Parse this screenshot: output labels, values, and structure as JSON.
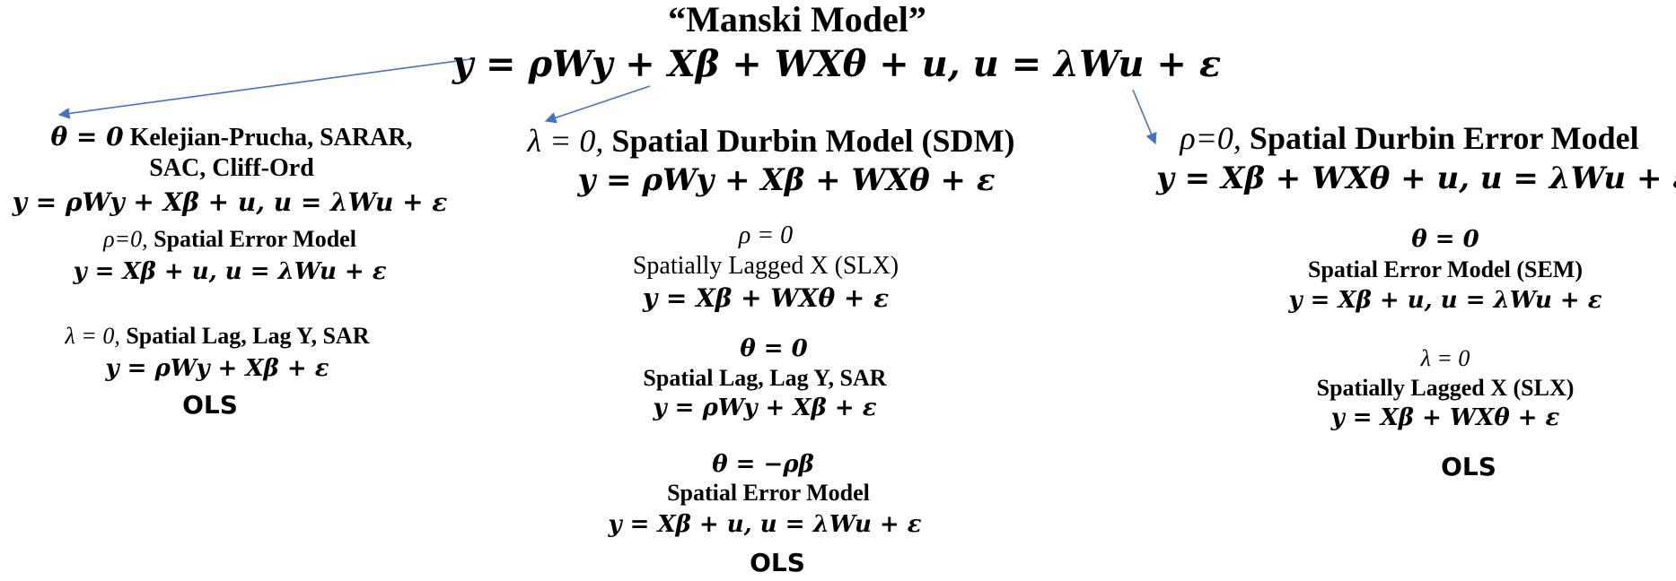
{
  "top": {
    "title": "“Manski Model”",
    "equation": "y = ρWy + Xβ + WXθ + u,  u = λWu + ε"
  },
  "left": {
    "head_cond": "θ = 0",
    "head_names_1": "Kelejian-Prucha, SARAR,",
    "head_names_2": "SAC, Cliff-Ord",
    "head_eq": "y = ρWy + Xβ + u,  u = λWu + ε",
    "sem_cond": "ρ=0,",
    "sem_name": "Spatial Error Model",
    "sem_eq": "y = Xβ + u,  u = λWu + ε",
    "lag_cond": "λ = 0,",
    "lag_name": "Spatial Lag, Lag Y, SAR",
    "lag_eq": "y = ρWy + Xβ + ε",
    "ols": "OLS"
  },
  "middle": {
    "head_cond": "λ = 0,",
    "head_name": "Spatial Durbin Model (SDM)",
    "head_eq": "y = ρWy + Xβ + WXθ + ε",
    "slx_cond": "ρ = 0",
    "slx_name": "Spatially Lagged X (SLX)",
    "slx_eq": "y = Xβ + WXθ + ε",
    "lag_cond": "θ = 0",
    "lag_name": "Spatial Lag, Lag Y, SAR",
    "lag_eq": "y = ρWy + Xβ + ε",
    "err_cond": "θ = −ρβ",
    "err_name": "Spatial Error Model",
    "err_eq": "y = Xβ + u, u = λWu + ε",
    "ols": "OLS"
  },
  "right": {
    "head_cond": "ρ=0,",
    "head_name": "Spatial Durbin Error Model",
    "head_eq": "y = Xβ + WXθ + u,  u = λWu + ε",
    "sem_cond": "θ = 0",
    "sem_name": "Spatial Error Model (SEM)",
    "sem_eq": "y = Xβ + u, u = λWu + ε",
    "slx_cond": "λ = 0",
    "slx_name": "Spatially Lagged X (SLX)",
    "slx_eq": "y = Xβ + WXθ + ε",
    "ols": "OLS"
  },
  "colors": {
    "arrow": "#4472c4",
    "text": "#000000"
  }
}
